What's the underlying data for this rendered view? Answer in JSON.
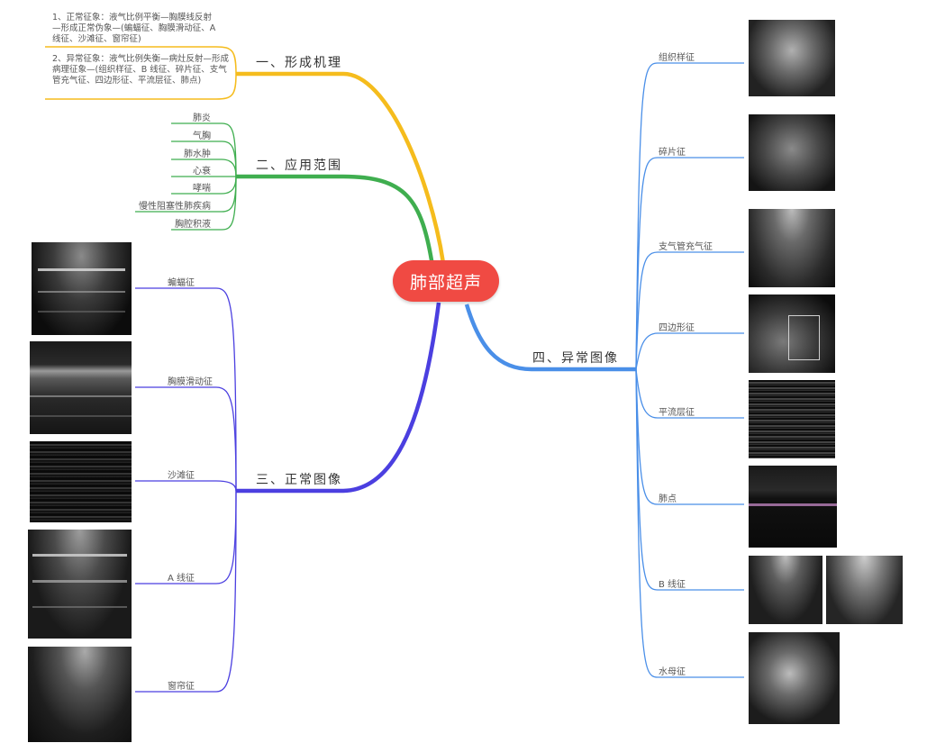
{
  "center": {
    "label": "肺部超声"
  },
  "branches": [
    {
      "label": "一、形成机理",
      "color": "#f5bc1d"
    },
    {
      "label": "二、应用范围",
      "color": "#3fae4f"
    },
    {
      "label": "三、正常图像",
      "color": "#4b3fe0"
    },
    {
      "label": "四、异常图像",
      "color": "#4a8fe8"
    }
  ],
  "mechanism": {
    "notes": [
      "1、正常征象：液气比例平衡—胸膜线反射—形成正常伪象—(蝙蝠征、胸膜滑动征、A线征、沙滩征、窗帘征)",
      "2、异常征象：液气比例失衡—病灶反射—形成病理征象—(组织样征、B 线征、碎片征、支气管充气征、四边形征、平流层征、肺点)"
    ]
  },
  "applications": [
    "肺炎",
    "气胸",
    "肺水肿",
    "心衰",
    "哮喘",
    "慢性阻塞性肺疾病",
    "胸腔积液"
  ],
  "normal_images": [
    "蝙蝠征",
    "胸膜滑动征",
    "沙滩征",
    "A 线征",
    "窗帘征"
  ],
  "abnormal_images": [
    "组织样征",
    "碎片征",
    "支气管充气征",
    "四边形征",
    "平流层征",
    "肺点",
    "B 线征",
    "水母征"
  ]
}
